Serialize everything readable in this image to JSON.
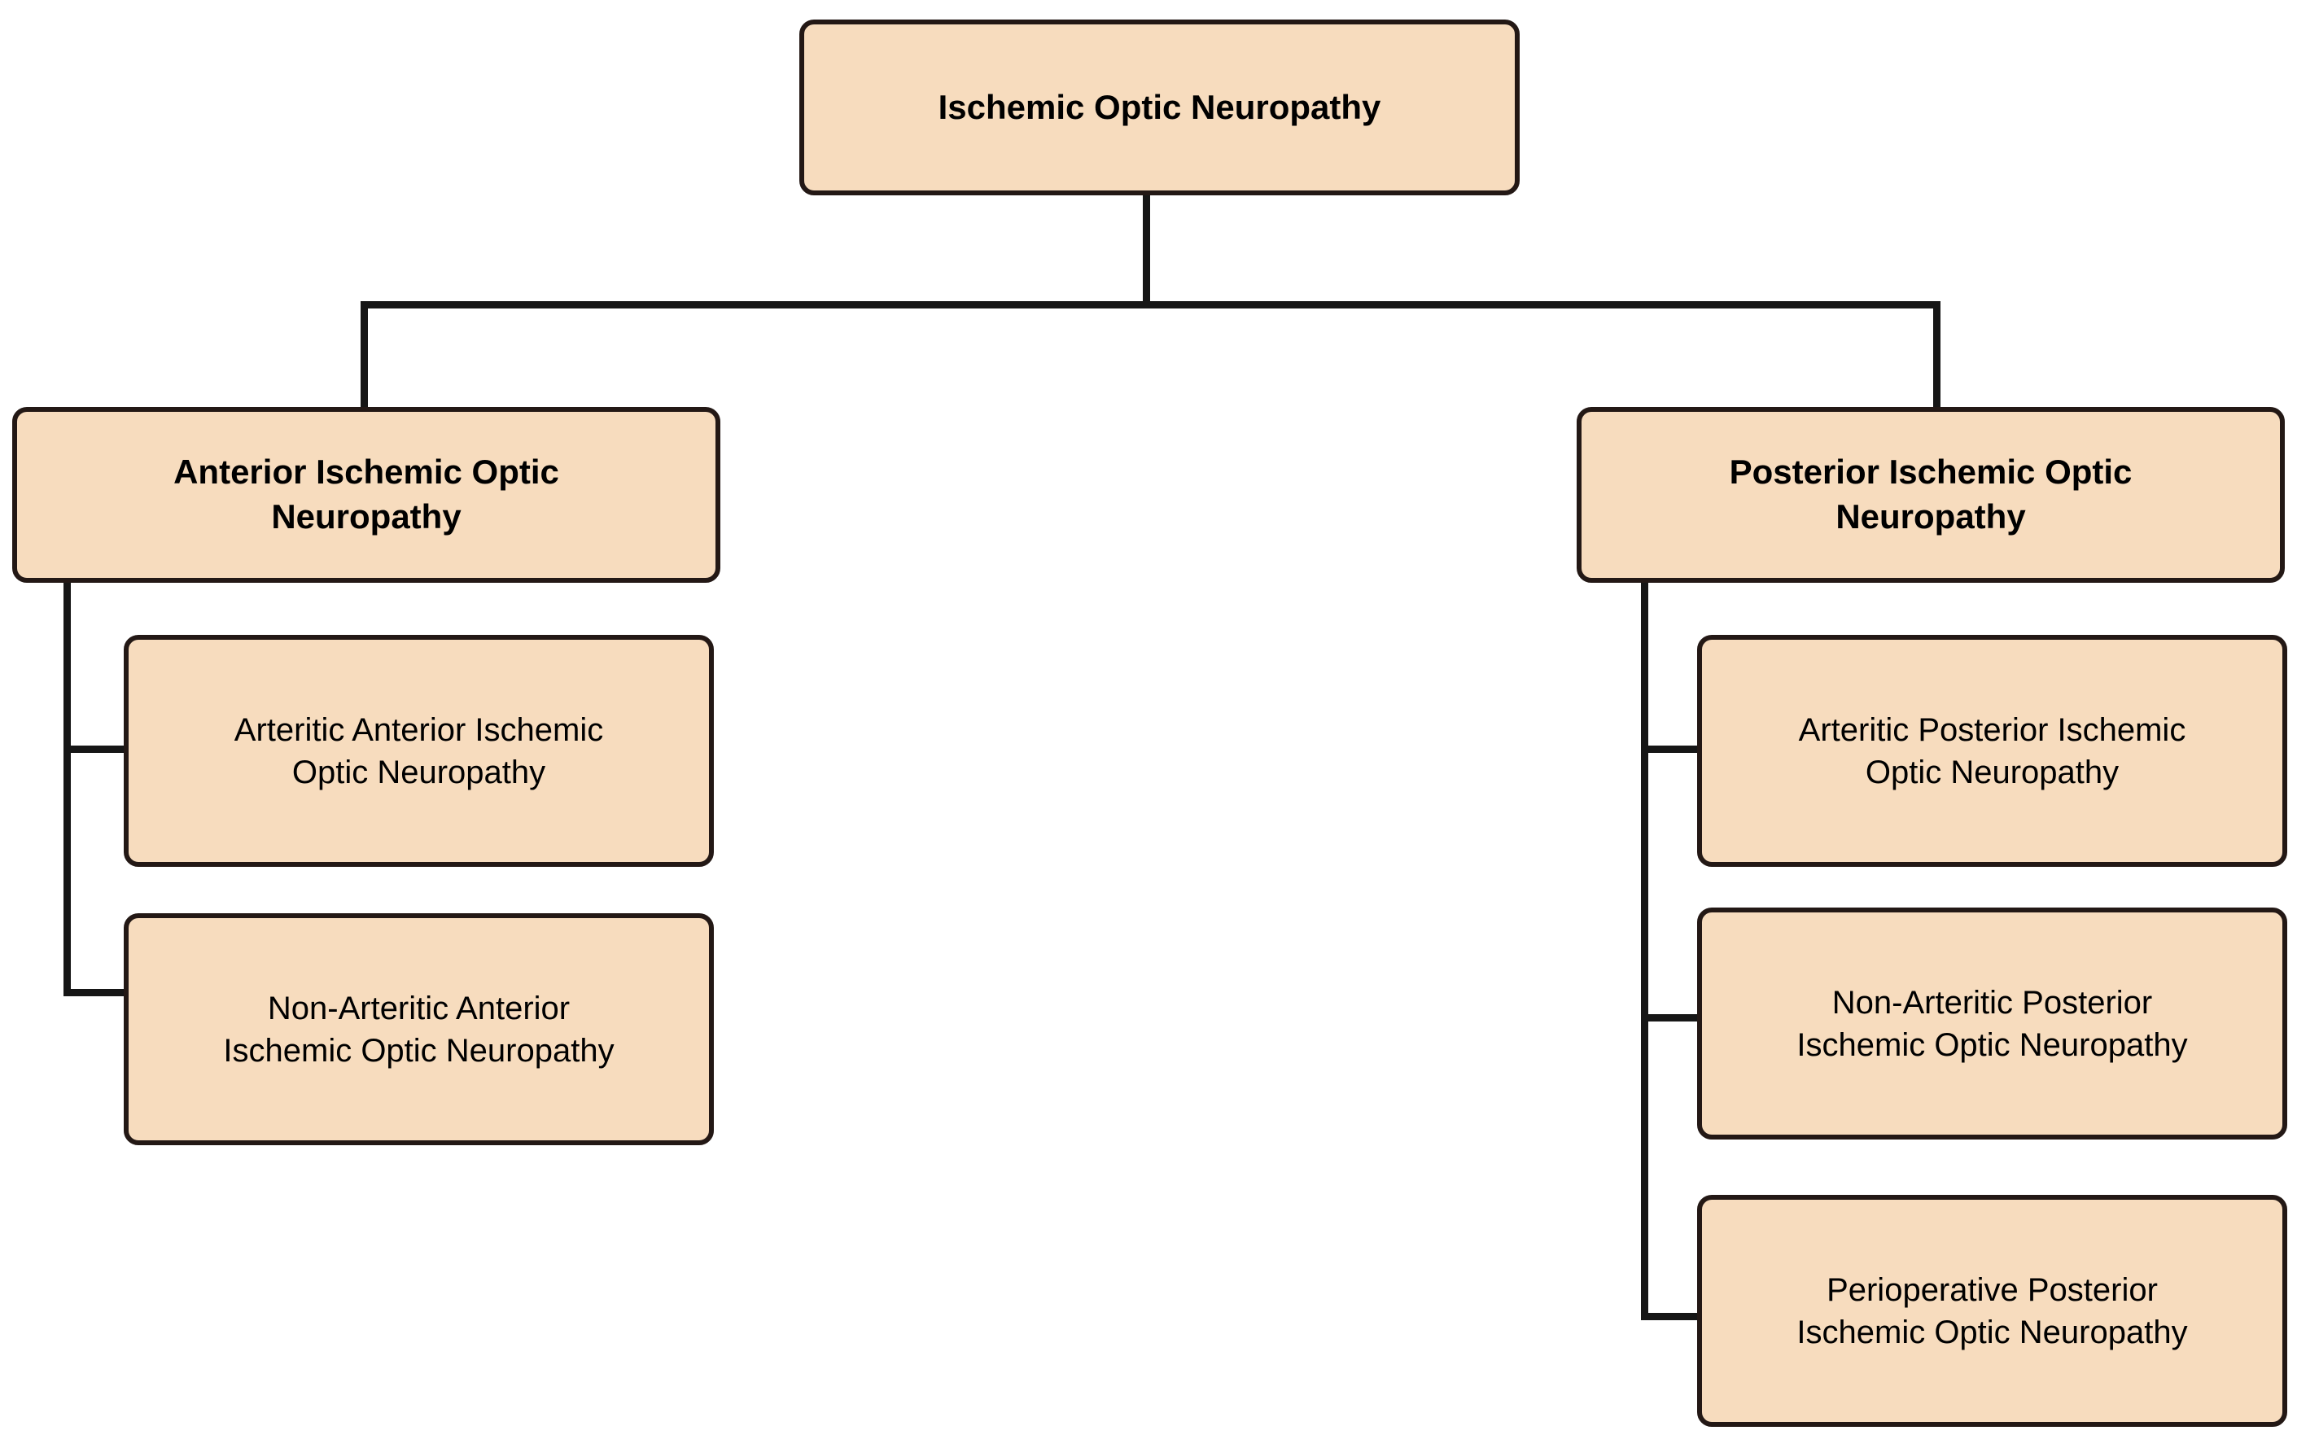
{
  "diagram": {
    "title": "Ischemic Optic Neuropathy",
    "type": "hierarchy-tree",
    "background_color": "#FFFFFF",
    "node_fill_color": "#F7DCBE",
    "node_border_color": "#231815",
    "connector_color": "#161616",
    "text_color": "#000000"
  },
  "nodes": {
    "root": {
      "label": "Ischemic Optic Neuropathy",
      "level": 0
    },
    "anterior": {
      "label": "Anterior Ischemic Optic\nNeuropathy",
      "level": 1
    },
    "posterior": {
      "label": "Posterior Ischemic Optic\nNeuropathy",
      "level": 1
    },
    "anterior_children": [
      {
        "label": "Arteritic Anterior Ischemic\nOptic Neuropathy",
        "level": 2
      },
      {
        "label": "Non-Arteritic Anterior\nIschemic Optic Neuropathy",
        "level": 2
      }
    ],
    "posterior_children": [
      {
        "label": "Arteritic Posterior Ischemic\nOptic Neuropathy",
        "level": 2
      },
      {
        "label": "Non-Arteritic Posterior\nIschemic Optic Neuropathy",
        "level": 2
      },
      {
        "label": "Perioperative Posterior\nIschemic Optic Neuropathy",
        "level": 2
      }
    ]
  }
}
